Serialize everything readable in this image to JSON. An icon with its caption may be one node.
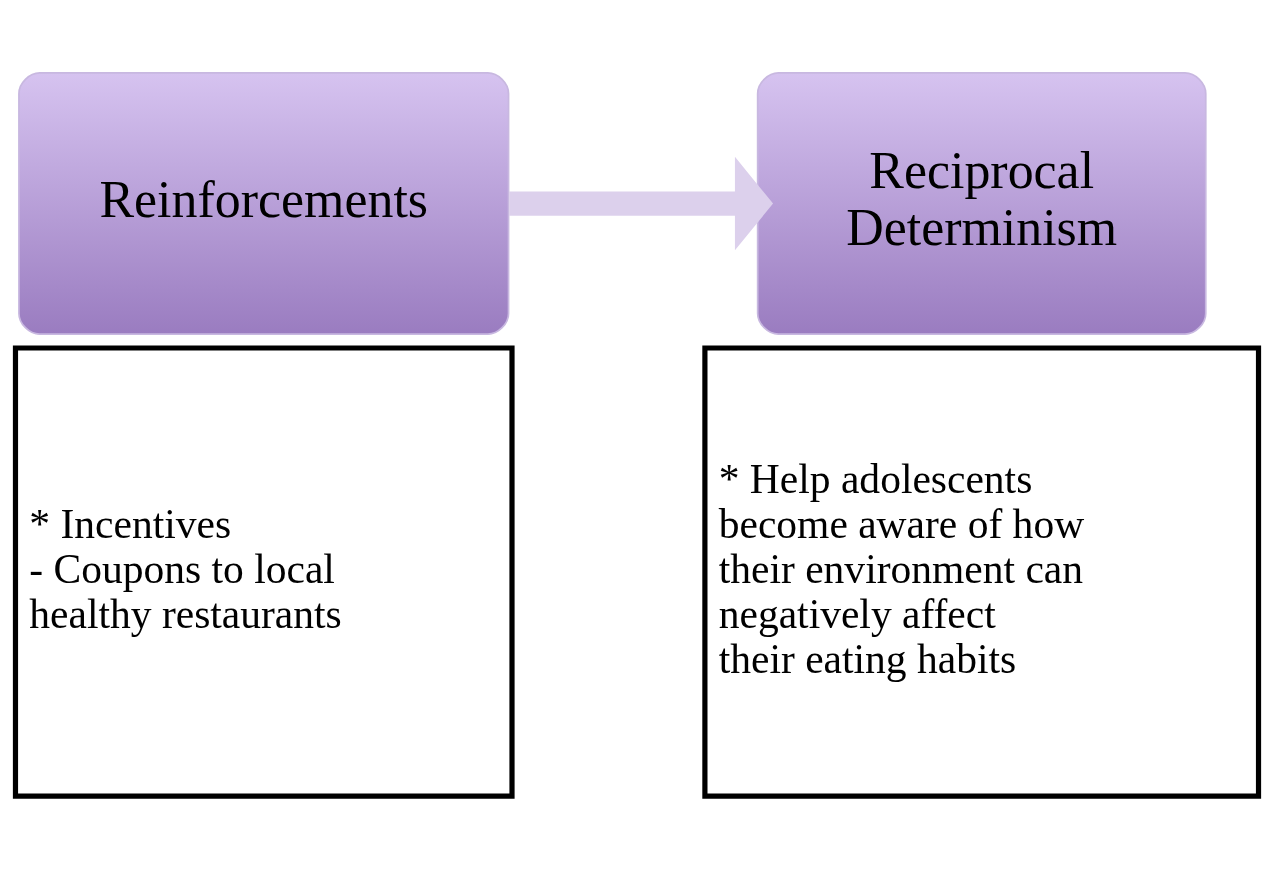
{
  "diagram": {
    "nodes": [
      {
        "text": [
          "Reinforcements"
        ]
      },
      {
        "text": [
          "Reciprocal Determinism"
        ]
      },
      {
        "text": [
          "* Incentives",
          "- Coupons to local healthy restaurants"
        ]
      },
      {
        "text": [
          "* Help adolescents become aware of how their environment can negatively affect their eating habits"
        ]
      }
    ],
    "edges": [
      {
        "from": 0,
        "to": 1,
        "arrow": "to"
      }
    ]
  }
}
